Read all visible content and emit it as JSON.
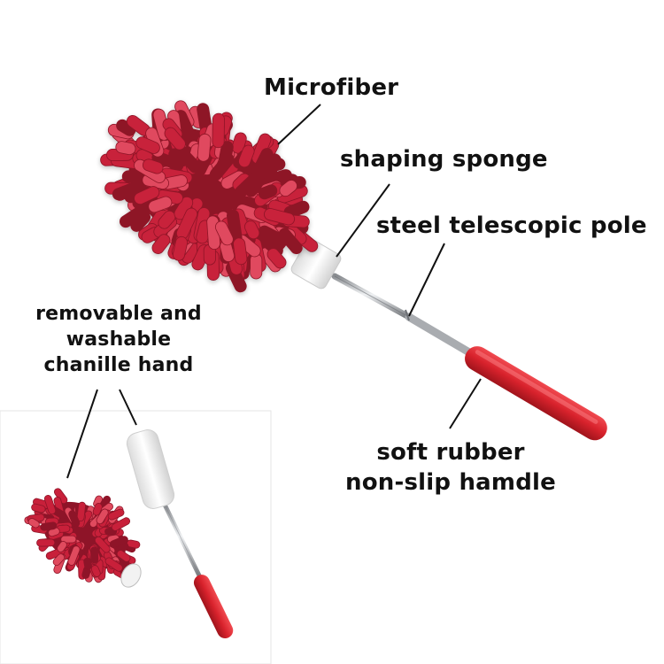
{
  "labels": {
    "microfiber": "Microfiber",
    "shaping_sponge": "shaping sponge",
    "steel_pole": "steel telescopic pole",
    "removable": [
      "removable and",
      "washable",
      "chanille hand"
    ],
    "soft_rubber": [
      "soft rubber",
      "non-slip hamdle"
    ]
  },
  "colors": {
    "fiber_red": "#c8203a",
    "fiber_dark": "#8e1428",
    "fiber_light": "#e04a5e",
    "handle_red": "#d8222c",
    "steel": "#b9bcc0",
    "sponge": "#f4f4f4",
    "leader_line": "#111111"
  }
}
